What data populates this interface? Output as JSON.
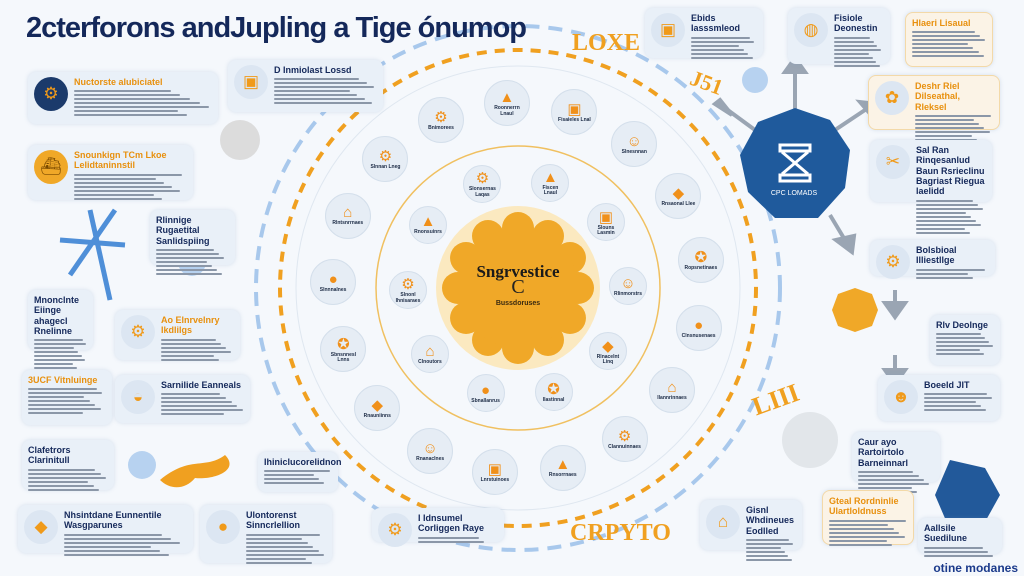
{
  "title": "2cterforons andJupling a Tige ónumop",
  "colors": {
    "accent": "#f0a020",
    "navy": "#1b3a6b",
    "blue": "#2d5fa0",
    "light_blue": "#a8c8ec"
  },
  "center": {
    "title": "Sngrvestice",
    "glyph": "C",
    "subtitle": "Bussdoruses"
  },
  "octagon": {
    "label": "CPC LOMADS"
  },
  "decor": {
    "loxe": "LOXE",
    "j51": "J51",
    "liii": "LIII",
    "crypto": "CRPYTO"
  },
  "logo": "otine modanes",
  "cards": [
    {
      "title": "Nuctorste alubiciatel",
      "icon": "factory-icon"
    },
    {
      "title": "D Inmiolast Lossd",
      "icon": "box-icon"
    },
    {
      "title": "Snounkign TCm Lkoe Lelidtaninnstil",
      "icon": "ship-icon"
    },
    {
      "title": "Rlinnige Rugaetital Sanlidspiing",
      "icon": "worker-icon"
    },
    {
      "title": "Mnonclnte Eiinge ahagecl Rnelinne",
      "icon": "folder-icon"
    },
    {
      "title": "Ao Elnrvelnry Ikdlilgs",
      "icon": "gear-icon"
    },
    {
      "title": "3UCF Vitnluinge",
      "icon": "cloud-icon"
    },
    {
      "title": "Sarnilide Eanneals",
      "icon": "helmet-icon"
    },
    {
      "title": "Clafetrors Clarinitull",
      "icon": "document-icon"
    },
    {
      "title": "Ihiniclucorelidnon",
      "icon": "chart-icon"
    },
    {
      "title": "Nhsintdane Eunnentile Wasgparunes",
      "icon": "diamond-icon"
    },
    {
      "title": "Ulontorenst Sinncrlellion",
      "icon": "coin-icon"
    },
    {
      "title": "I Idnsumel Corliggen Raye",
      "icon": "gear-icon"
    },
    {
      "title": "Ebids Iasssmleod",
      "icon": "crate-icon"
    },
    {
      "title": "Fisiole Deonestin",
      "icon": "globe-icon"
    },
    {
      "title": "Hlaeri Lisaual",
      "icon": "badge-icon"
    },
    {
      "title": "Deshr Riel Dilseathal, Rleksel",
      "icon": "flower-icon"
    },
    {
      "title": "Sal Ran Rinqesanlud Baun Rsrieclinu Bagriast Riegua laelidd",
      "icon": "tools-icon"
    },
    {
      "title": "Bolsbioal Illiestllge",
      "icon": "gear-icon"
    },
    {
      "title": "Rlv Deolnge",
      "icon": "refresh-icon"
    },
    {
      "title": "Boeeld JIT",
      "icon": "person-icon"
    },
    {
      "title": "Caur ayo Rartoirtolo Barneinnarl",
      "icon": "refresh-icon"
    },
    {
      "title": "Gisnl Whdineues Eodlled",
      "icon": "house-icon"
    },
    {
      "title": "Gteal Rordninlie Ulartloldnuss",
      "icon": "coin-icon"
    },
    {
      "title": "Aallsile Suedilune",
      "icon": "refresh-icon"
    }
  ],
  "inner_ring": [
    "Slonsernas Laqas",
    "Fiscen Lnaul",
    "Slouns Lasmin",
    "Rlinmorstrs",
    "Rlnacelnt Linq",
    "Ilastinnal",
    "Sbnallanrus",
    "Clnoutors",
    "Slnonl Ihnisaraes",
    "Rnonsuinrs"
  ],
  "outer_ring": [
    "Bnimorees",
    "Roonnerrn Lnaul",
    "Fisaieles Lnal",
    "Slnesnnan",
    "Rnsaonal Llee",
    "Ropsnetinaes",
    "Clnsnusenaes",
    "Ilannrinnaes",
    "Clannuinnaes",
    "Rnsorrnaes",
    "Lnrstuinoes",
    "Rnanaclnes",
    "Rnauniinns",
    "Sbnsnnesl Lnns",
    "Slnnnalnes",
    "Rlntsnrrnaes",
    "Slnnan Lneg"
  ]
}
